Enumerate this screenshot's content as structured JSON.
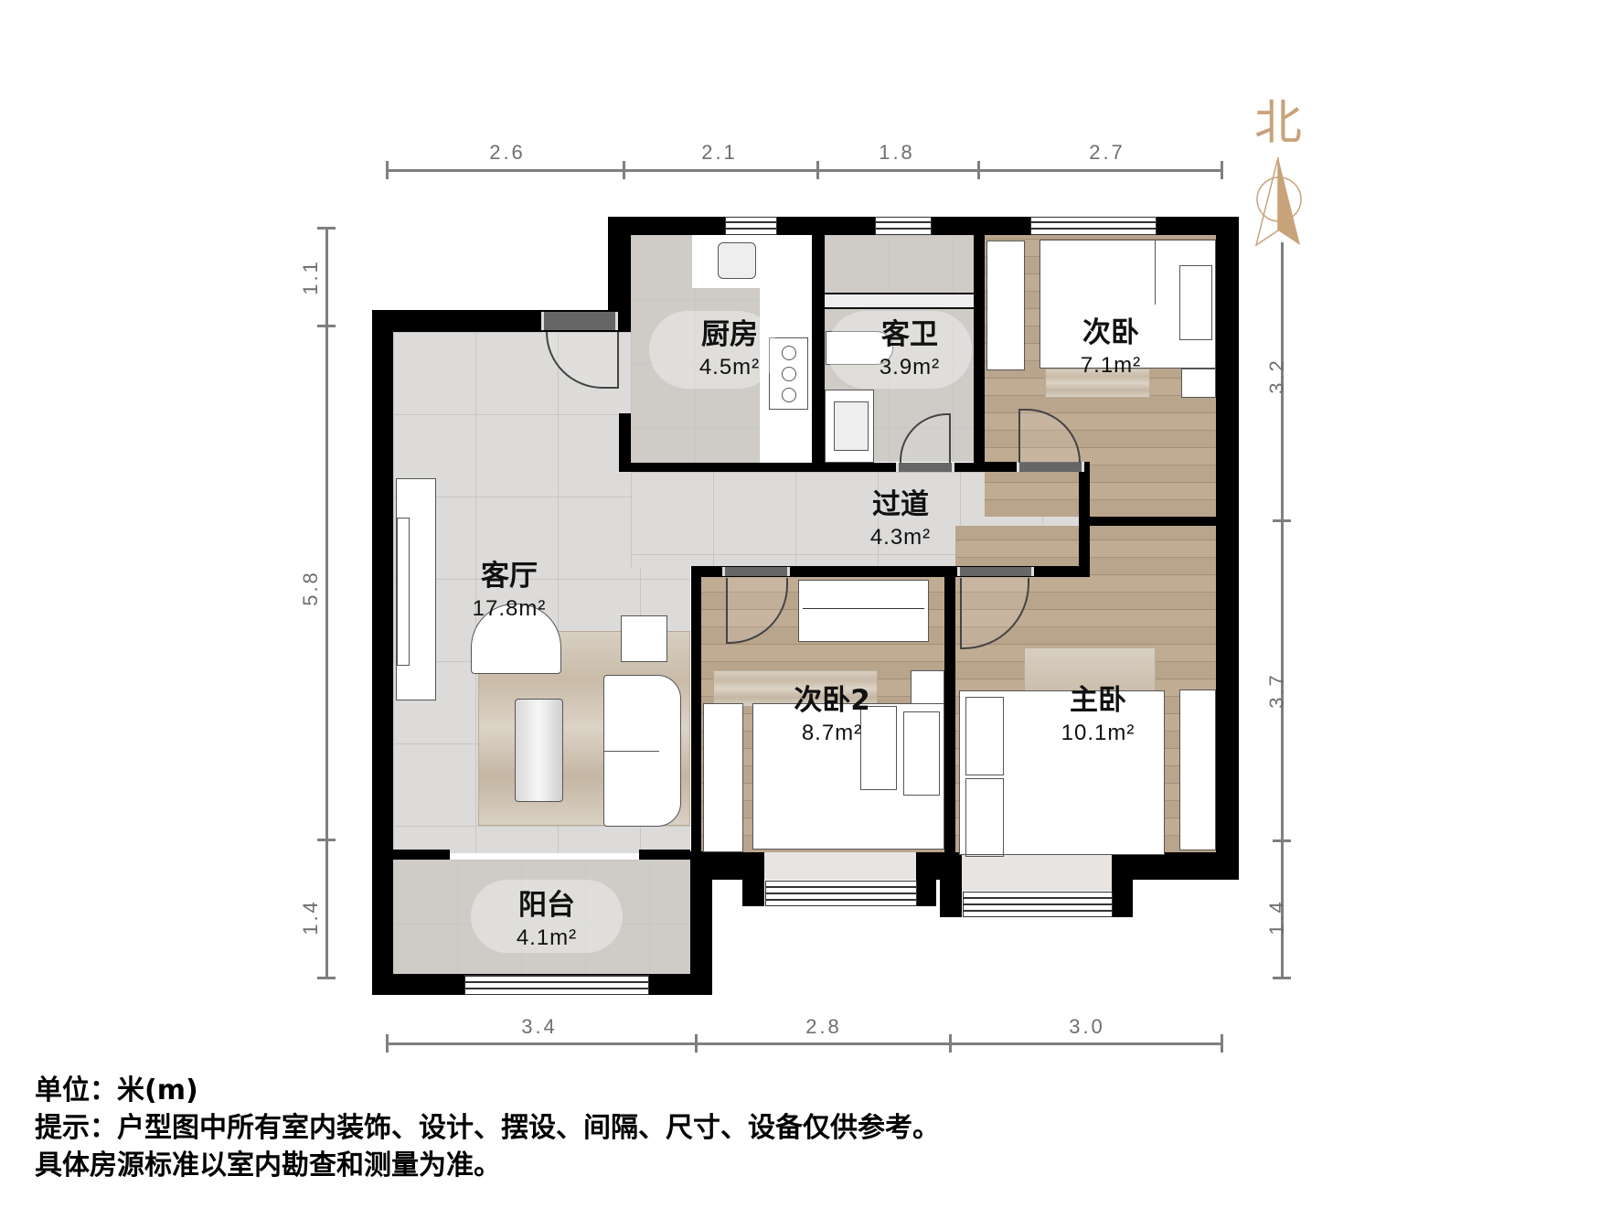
{
  "compass": {
    "label": "北",
    "icon": "north-arrow-icon",
    "color": "#c8a37a"
  },
  "dimensions": {
    "top": [
      "2.6",
      "2.1",
      "1.8",
      "2.7"
    ],
    "bottom": [
      "3.4",
      "2.8",
      "3.0"
    ],
    "left": [
      "1.1",
      "5.8",
      "1.4"
    ],
    "right": [
      "3.2",
      "3.7",
      "1.4"
    ]
  },
  "rooms": {
    "kitchen": {
      "name": "厨房",
      "area": "4.5m²"
    },
    "guest_bath": {
      "name": "客卫",
      "area": "3.9m²"
    },
    "bedroom_secondary": {
      "name": "次卧",
      "area": "7.1m²"
    },
    "hallway": {
      "name": "过道",
      "area": "4.3m²"
    },
    "living_room": {
      "name": "客厅",
      "area": "17.8m²"
    },
    "bedroom_secondary_2": {
      "name": "次卧2",
      "area": "8.7m²"
    },
    "master_bedroom": {
      "name": "主卧",
      "area": "10.1m²"
    },
    "balcony": {
      "name": "阳台",
      "area": "4.1m²"
    }
  },
  "notes": {
    "unit": "单位：米(m)",
    "disclaimer_1": "提示：户型图中所有室内装饰、设计、摆设、间隔、尺寸、设备仅供参考。",
    "disclaimer_2": "具体房源标准以室内勘查和测量为准。"
  },
  "colors": {
    "wall": "#000000",
    "dimension": "#7f7f7f",
    "tile": "#dcdbd9",
    "wood": "#b59f88"
  }
}
